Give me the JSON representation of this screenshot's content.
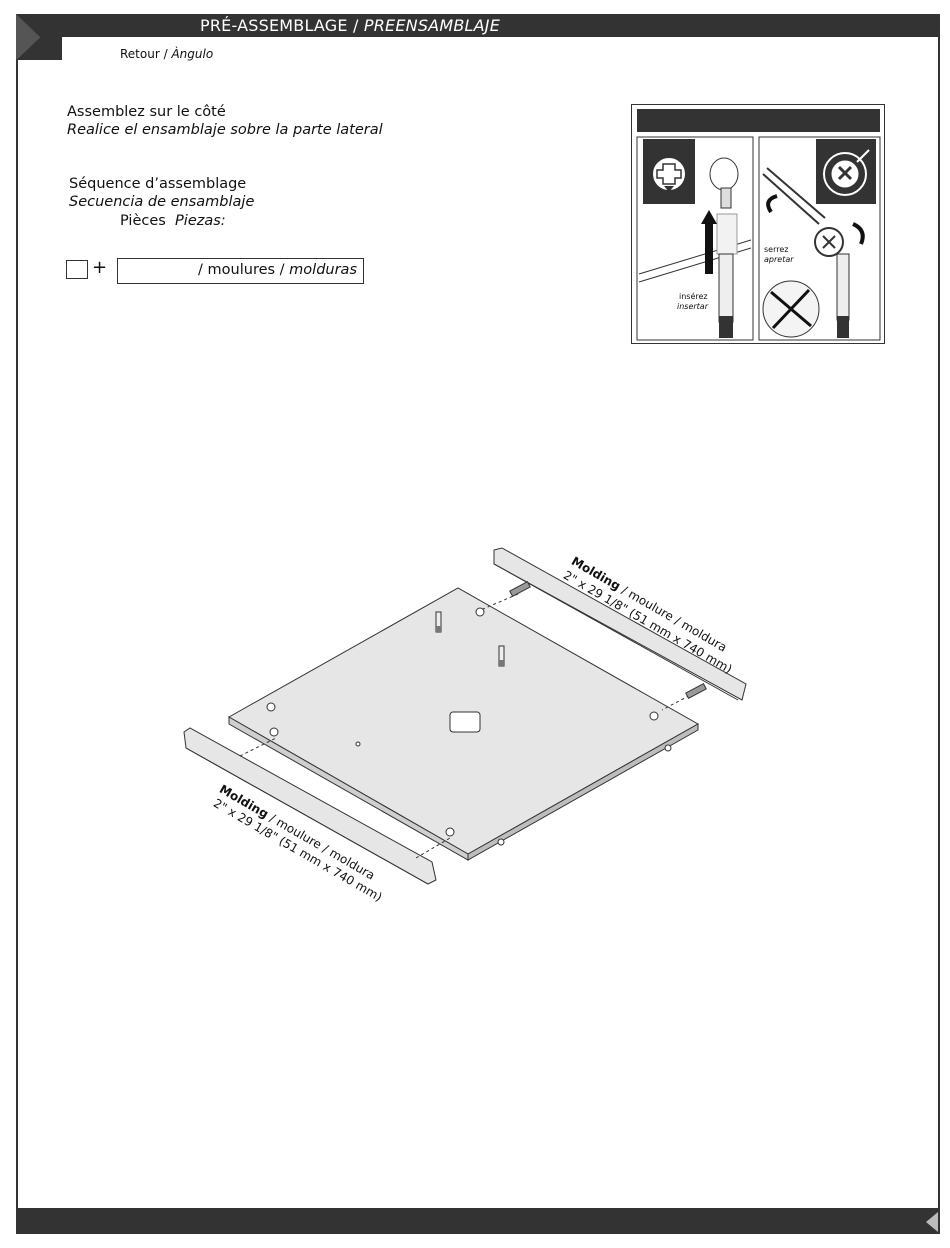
{
  "header": {
    "title_fr": "PRÉ-ASSEMBLAGE /",
    "title_es": "PREENSAMBLAJE"
  },
  "subtitle": {
    "fr": "Retour /",
    "es": "Àngulo"
  },
  "instructions": {
    "assemble_fr": "Assemblez sur le côté",
    "assemble_es": "Realice el ensamblaje sobre la parte lateral",
    "sequence_fr": "Séquence d’assemblage",
    "sequence_es": "Secuencia de ensamblaje",
    "parts_fr": "Pièces",
    "parts_es": "Piezas:"
  },
  "parts_row": {
    "plus": "+",
    "parts_box_prefix": "/ moulures /",
    "parts_box_es": "molduras"
  },
  "inset": {
    "insert_fr": "insérez",
    "insert_es": "insertar",
    "tighten_fr": "serrez",
    "tighten_es": "apretar"
  },
  "moldings": {
    "top": {
      "name": "Molding",
      "names_rest": "/ moulure / moldura",
      "size": "2\" x 29 1/8\" (51 mm x 740 mm)"
    },
    "bottom": {
      "name": "Molding",
      "names_rest": "/ moulure / moldura",
      "size": "2\" x 29 1/8\" (51 mm x 740 mm)"
    }
  },
  "colors": {
    "bar": "#333333",
    "panel": "#e6e6e6",
    "panel_edge": "#bdbdbd"
  }
}
